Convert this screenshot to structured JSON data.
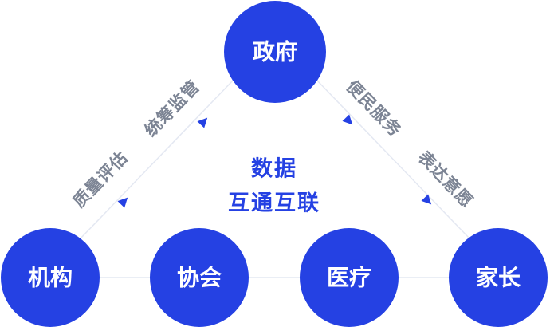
{
  "nodes": {
    "government": "政府",
    "institution": "机构",
    "association": "协会",
    "medical": "医疗",
    "parents": "家长"
  },
  "center": {
    "line1": "数据",
    "line2": "互通互联"
  },
  "edge_labels": {
    "supervision": "统筹监管",
    "quality": "质量评估",
    "service": "便民服务",
    "expression": "表达意愿"
  },
  "colors": {
    "node_fill": "#2541e3",
    "edge_label": "#7c8494",
    "center_text": "#2541e3",
    "line": "#e4e8f2"
  }
}
